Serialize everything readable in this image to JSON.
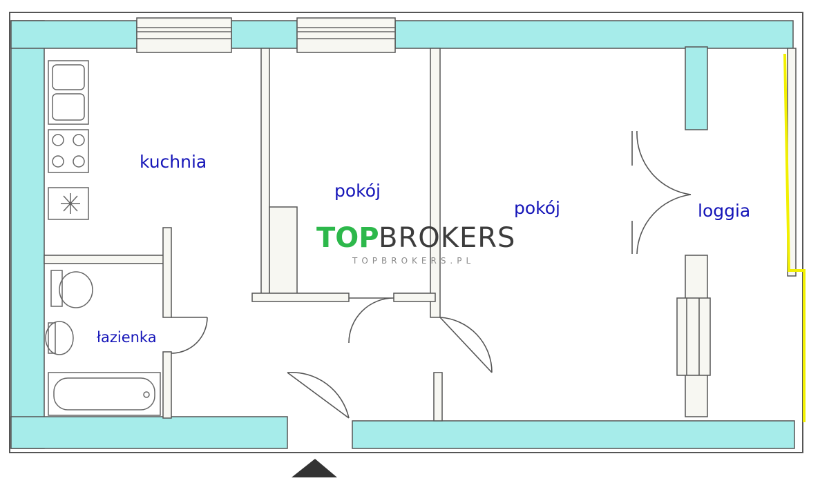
{
  "colors": {
    "wall_fill": "#a6ecea",
    "label_color": "#1414b8",
    "logo_green": "#2db84b",
    "logo_dark": "#3c3c3c",
    "logo_url": "#8a8a8a",
    "loggia_railing": "#f2f000"
  },
  "rooms": {
    "kitchen": "kuchnia",
    "room_1": "pokój",
    "room_2": "pokój",
    "loggia": "loggia",
    "bathroom": "łazienka"
  },
  "logo": {
    "top": "TOP",
    "brokers": "BROKERS",
    "url": "TOPBROKERS.PL"
  },
  "icons": {
    "north_arrow": "triangle-up-icon",
    "stove": "stove-icon",
    "sink": "sink-icon",
    "toilet": "toilet-icon",
    "washbasin": "washbasin-icon",
    "bathtub": "bathtub-icon"
  }
}
